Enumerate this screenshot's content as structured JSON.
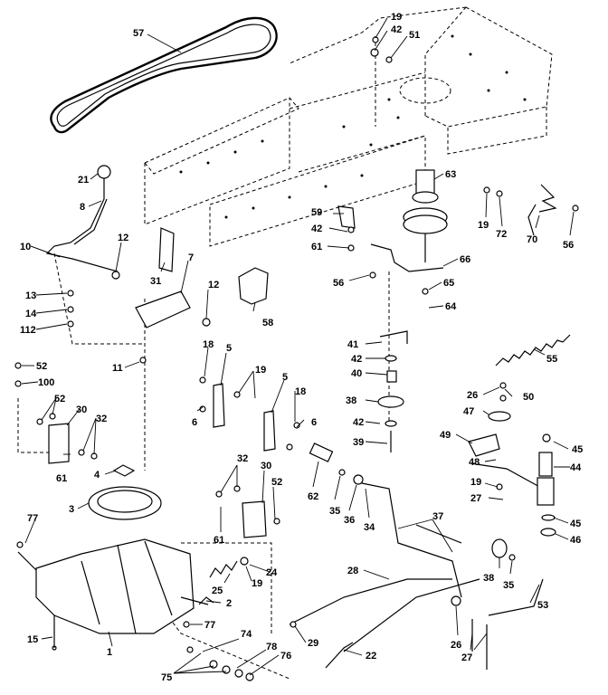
{
  "parts": [
    {
      "id": "c57",
      "label": "57"
    },
    {
      "id": "c19a",
      "label": "19"
    },
    {
      "id": "c42a",
      "label": "42"
    },
    {
      "id": "c51",
      "label": "51"
    },
    {
      "id": "c21",
      "label": "21"
    },
    {
      "id": "c8",
      "label": "8"
    },
    {
      "id": "c63",
      "label": "63"
    },
    {
      "id": "c19b",
      "label": "19"
    },
    {
      "id": "c72",
      "label": "72"
    },
    {
      "id": "c70",
      "label": "70"
    },
    {
      "id": "c56a",
      "label": "56"
    },
    {
      "id": "c12a",
      "label": "12"
    },
    {
      "id": "c10",
      "label": "10"
    },
    {
      "id": "c31",
      "label": "31"
    },
    {
      "id": "c7",
      "label": "7"
    },
    {
      "id": "c59",
      "label": "59"
    },
    {
      "id": "c42b",
      "label": "42"
    },
    {
      "id": "c61a",
      "label": "61"
    },
    {
      "id": "c66",
      "label": "66"
    },
    {
      "id": "c13",
      "label": "13"
    },
    {
      "id": "c14",
      "label": "14"
    },
    {
      "id": "c112",
      "label": "112"
    },
    {
      "id": "c12b",
      "label": "12"
    },
    {
      "id": "c58",
      "label": "58"
    },
    {
      "id": "c56b",
      "label": "56"
    },
    {
      "id": "c65",
      "label": "65"
    },
    {
      "id": "c64",
      "label": "64"
    },
    {
      "id": "c41",
      "label": "41"
    },
    {
      "id": "c55",
      "label": "55"
    },
    {
      "id": "c42c",
      "label": "42"
    },
    {
      "id": "c40",
      "label": "40"
    },
    {
      "id": "c52a",
      "label": "52"
    },
    {
      "id": "c100",
      "label": "100"
    },
    {
      "id": "c11",
      "label": "11"
    },
    {
      "id": "c18a",
      "label": "18"
    },
    {
      "id": "c5a",
      "label": "5"
    },
    {
      "id": "c19c",
      "label": "19"
    },
    {
      "id": "c5b",
      "label": "5"
    },
    {
      "id": "c18b",
      "label": "18"
    },
    {
      "id": "c38a",
      "label": "38"
    },
    {
      "id": "c26a",
      "label": "26"
    },
    {
      "id": "c50",
      "label": "50"
    },
    {
      "id": "c52b",
      "label": "52"
    },
    {
      "id": "c30a",
      "label": "30"
    },
    {
      "id": "c32a",
      "label": "32"
    },
    {
      "id": "c42d",
      "label": "42"
    },
    {
      "id": "c47",
      "label": "47"
    },
    {
      "id": "c6a",
      "label": "6"
    },
    {
      "id": "c6b",
      "label": "6"
    },
    {
      "id": "c39",
      "label": "39"
    },
    {
      "id": "c49",
      "label": "49"
    },
    {
      "id": "c45a",
      "label": "45"
    },
    {
      "id": "c61b",
      "label": "61"
    },
    {
      "id": "c4",
      "label": "4"
    },
    {
      "id": "c48",
      "label": "48"
    },
    {
      "id": "c44",
      "label": "44"
    },
    {
      "id": "c32b",
      "label": "32"
    },
    {
      "id": "c30b",
      "label": "30"
    },
    {
      "id": "c52c",
      "label": "52"
    },
    {
      "id": "c62",
      "label": "62"
    },
    {
      "id": "c35a",
      "label": "35"
    },
    {
      "id": "c36",
      "label": "36"
    },
    {
      "id": "c34",
      "label": "34"
    },
    {
      "id": "c37",
      "label": "37"
    },
    {
      "id": "c19d",
      "label": "19"
    },
    {
      "id": "c3",
      "label": "3"
    },
    {
      "id": "c27a",
      "label": "27"
    },
    {
      "id": "c45b",
      "label": "45"
    },
    {
      "id": "c46",
      "label": "46"
    },
    {
      "id": "c77a",
      "label": "77"
    },
    {
      "id": "c61c",
      "label": "61"
    },
    {
      "id": "c38b",
      "label": "38"
    },
    {
      "id": "c35b",
      "label": "35"
    },
    {
      "id": "c28",
      "label": "28"
    },
    {
      "id": "c24",
      "label": "24"
    },
    {
      "id": "c25",
      "label": "25"
    },
    {
      "id": "c19e",
      "label": "19"
    },
    {
      "id": "c2",
      "label": "2"
    },
    {
      "id": "c53",
      "label": "53"
    },
    {
      "id": "c77b",
      "label": "77"
    },
    {
      "id": "c15",
      "label": "15"
    },
    {
      "id": "c74",
      "label": "74"
    },
    {
      "id": "c29",
      "label": "29"
    },
    {
      "id": "c26b",
      "label": "26"
    },
    {
      "id": "c1",
      "label": "1"
    },
    {
      "id": "c78",
      "label": "78"
    },
    {
      "id": "c76",
      "label": "76"
    },
    {
      "id": "c22",
      "label": "22"
    },
    {
      "id": "c27b",
      "label": "27"
    },
    {
      "id": "c75",
      "label": "75"
    }
  ]
}
